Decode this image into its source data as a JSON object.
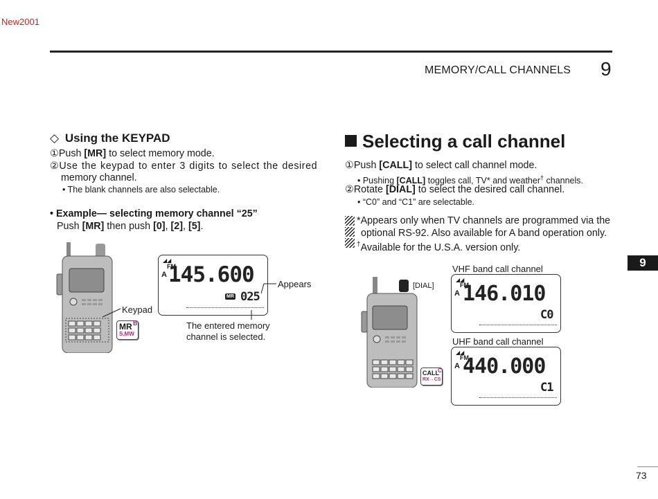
{
  "doc": {
    "corner_label": "New2001",
    "chapter_title": "MEMORY/CALL CHANNELS",
    "chapter_number": "9",
    "side_tab": "9",
    "page_number": "73"
  },
  "left": {
    "heading_symbol": "◇",
    "heading": "Using the KEYPAD",
    "step1_num": "①",
    "step1_pre": "Push ",
    "step1_key": "[MR]",
    "step1_post": " to select memory mode.",
    "step2_num": "②",
    "step2_line1": "Use the keypad to enter 3 digits to select the desired",
    "step2_line2": "memory channel.",
    "step2_note": "• The blank channels are also selectable.",
    "example_label": "• Example— selecting memory channel “25”",
    "example_pre": "Push ",
    "example_k1": "[MR]",
    "example_mid1": " then push ",
    "example_k2": "[0]",
    "example_k3": "[2]",
    "example_k4": "[5]",
    "sep": ", ",
    "end": "."
  },
  "left_figure": {
    "lcd_band": "A",
    "lcd_mode": "FM",
    "lcd_freq": "145.600",
    "lcd_mr_tag": "MR",
    "lcd_channel": "025",
    "callout_appears": "Appears",
    "callout_keypad": "Keypad",
    "caption_line1": "The entered memory",
    "caption_line2": "channel is selected.",
    "key_main": "MR",
    "key_super": "B",
    "key_sub": "S.MW"
  },
  "right": {
    "heading": "Selecting a call channel",
    "step1_num": "①",
    "step1_pre": "Push ",
    "step1_key": "[CALL]",
    "step1_post": " to select call channel mode.",
    "step1_note_pre": "• Pushing ",
    "step1_note_key": "[CALL]",
    "step1_note_post": " toggles call, TV* and weather",
    "step1_note_dagger": "†",
    "step1_note_end": " channels.",
    "step2_num": "②",
    "step2_pre": "Rotate ",
    "step2_key": "[DIAL]",
    "step2_post": " to select the desired call channel.",
    "step2_note": "• “C0” and “C1” are selectable.",
    "foot1_line1": "*Appears only when TV channels are programmed via the",
    "foot1_line2": "optional RS-92. Also available for A band operation only.",
    "foot2_dagger": "†",
    "foot2_text": "Available for the U.S.A. version only."
  },
  "right_figure": {
    "dial_label": "[DIAL]",
    "vhf_label": "VHF band call channel",
    "vhf_band": "A",
    "vhf_mode": "FM",
    "vhf_freq": "146.010",
    "vhf_channel": "C0",
    "uhf_label": "UHF band call channel",
    "uhf_band": "A",
    "uhf_mode": "FM",
    "uhf_freq": "440.000",
    "uhf_channel": "C1",
    "key_main": "CALL",
    "key_super": "C",
    "key_sub": "RX→CS"
  }
}
